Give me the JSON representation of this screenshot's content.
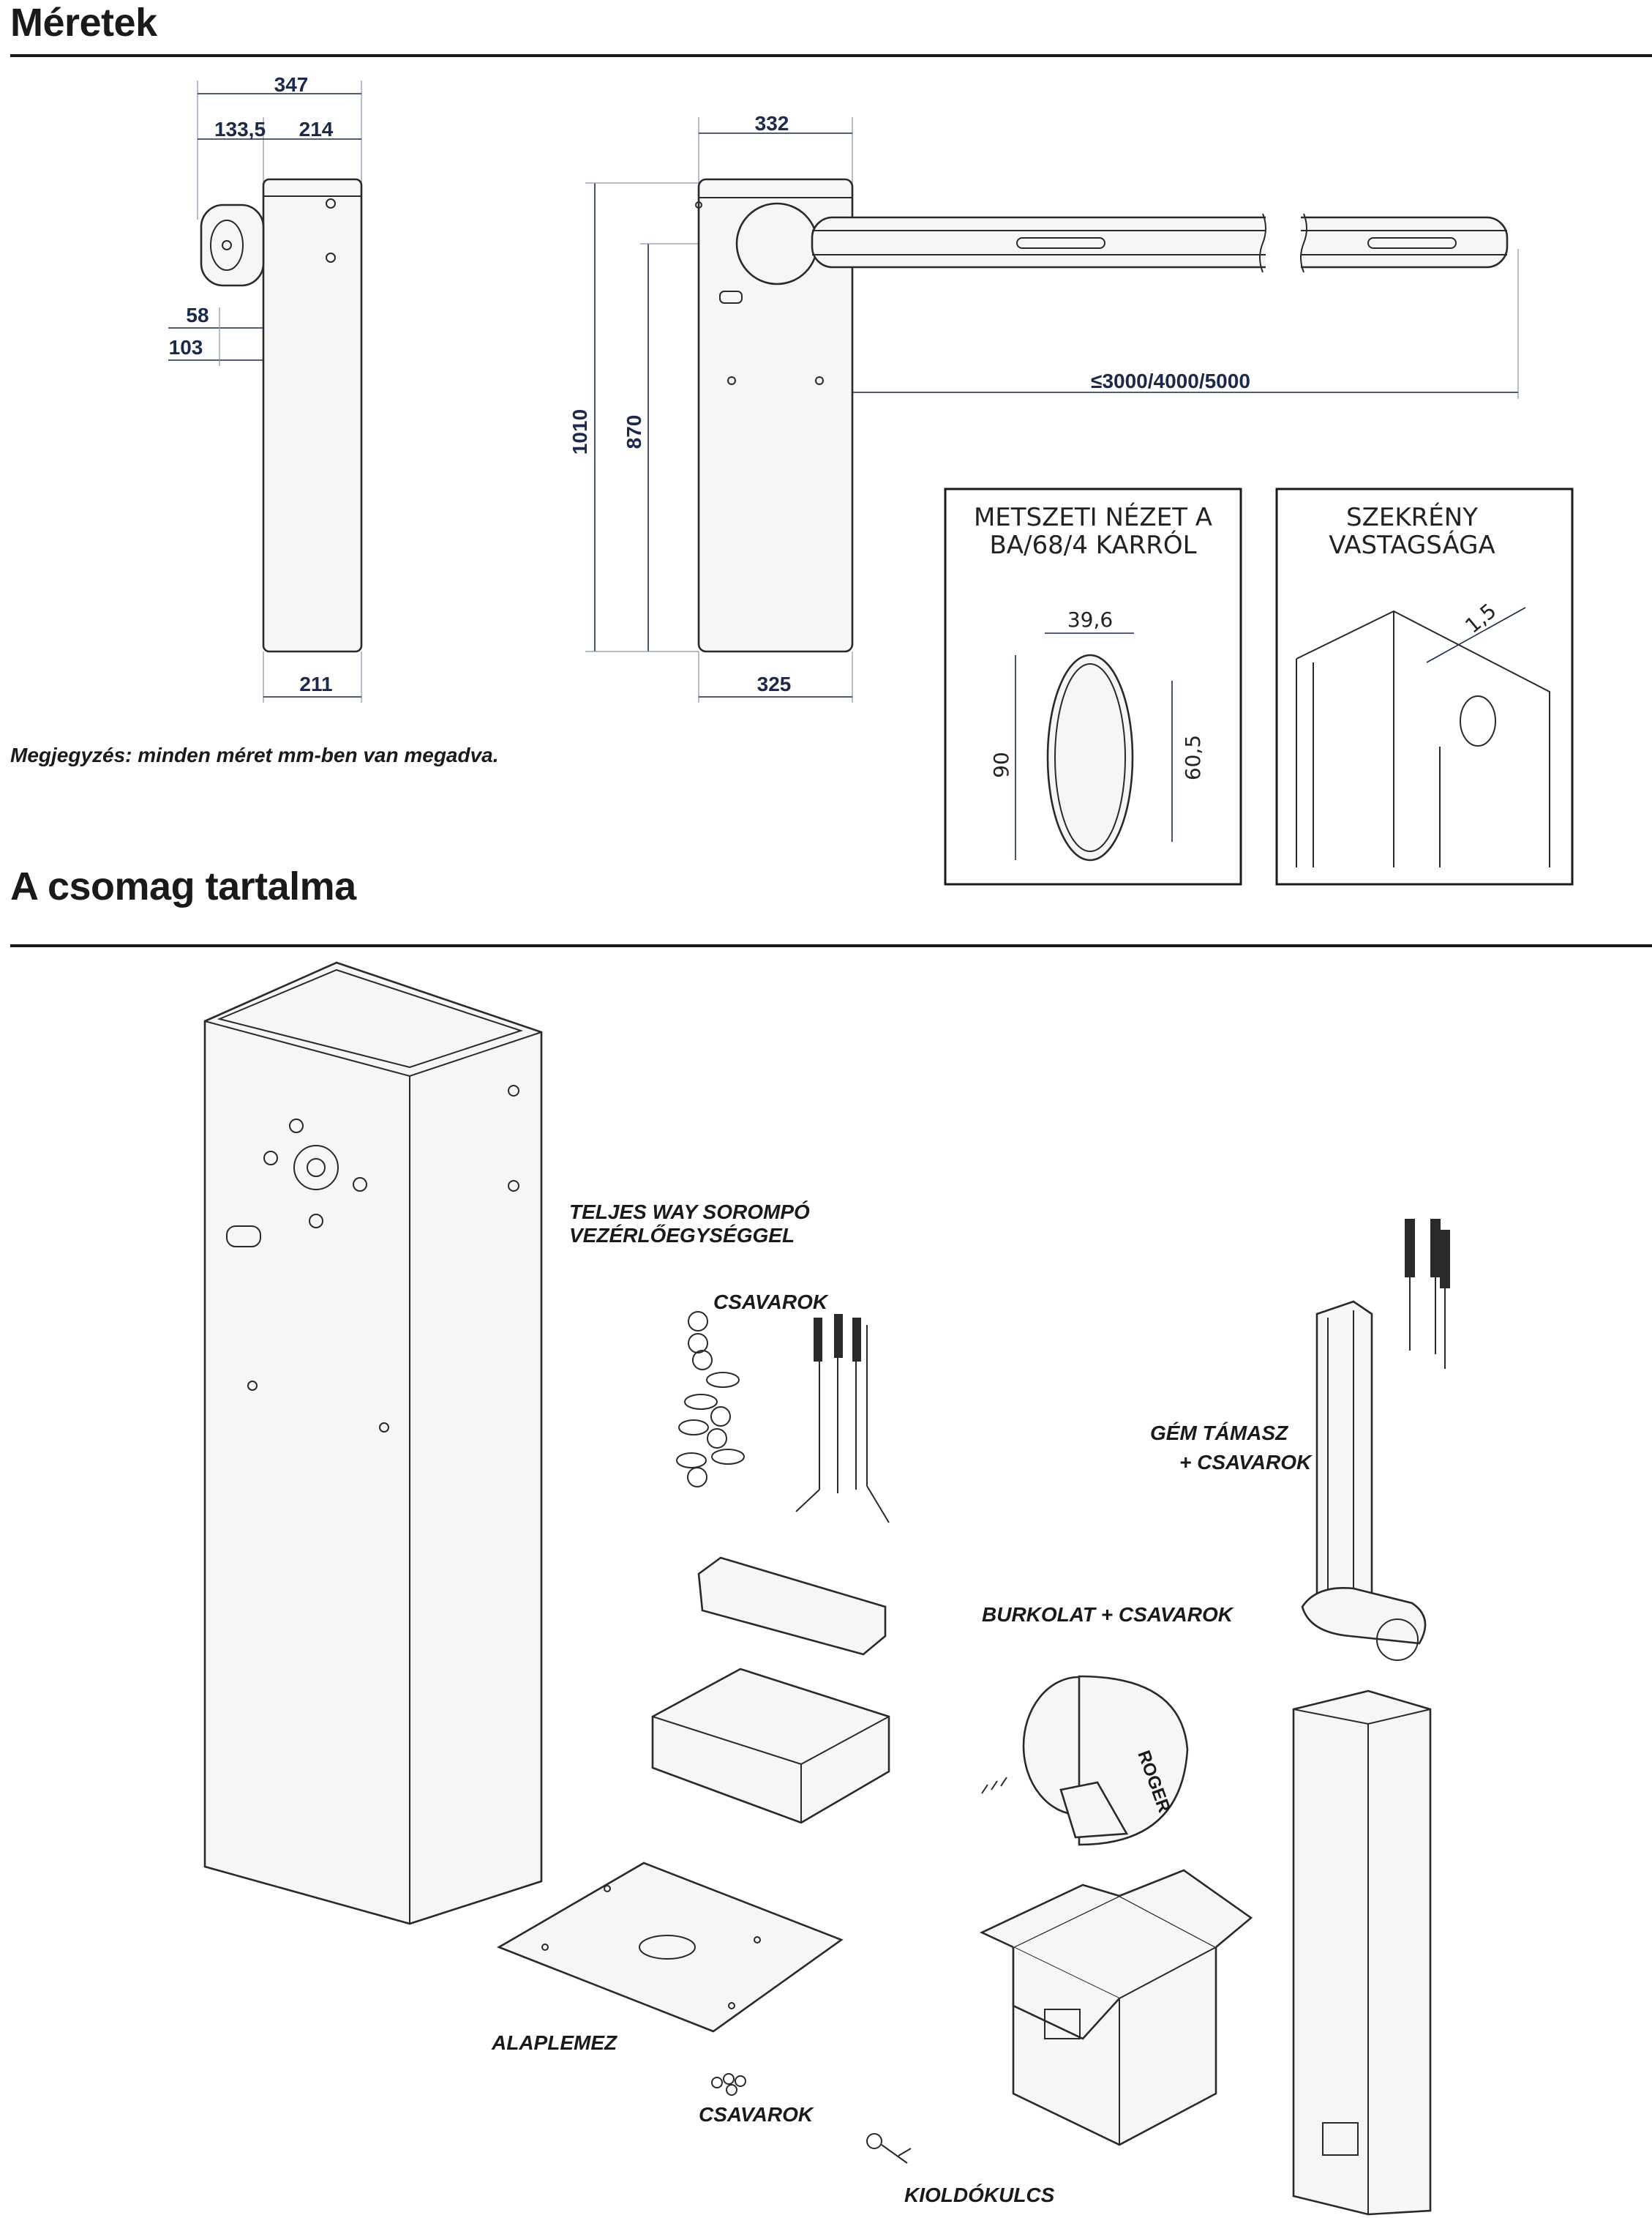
{
  "sections": {
    "dimensions_title": "Méretek",
    "package_title": "A csomag tartalma"
  },
  "note": "Megjegyzés: minden méret mm-ben van megadva.",
  "dimensions": {
    "side_total": "347",
    "side_left": "133,5",
    "side_right": "214",
    "offset_58": "58",
    "offset_103": "103",
    "side_base": "211",
    "front_top": "332",
    "front_base": "325",
    "height_total": "1010",
    "height_axis": "870",
    "boom_length": "≤3000/4000/5000"
  },
  "section_box": {
    "title_line1": "METSZETI NÉZET A",
    "title_line2": "BA/68/4 KARRÓL",
    "width": "39,6",
    "height": "90",
    "inner_height": "60,5"
  },
  "cabinet_box": {
    "title_line1": "SZEKRÉNY",
    "title_line2": "VASTAGSÁGA",
    "thickness": "1,5"
  },
  "package_labels": {
    "barrier": [
      "TELJES WAY SOROMPÓ",
      "VEZÉRLŐEGYSÉGGEL"
    ],
    "screws_top": "CSAVAROK",
    "boom_support": [
      "GÉM TÁMASZ",
      "+ CSAVAROK"
    ],
    "cover": "BURKOLAT + CSAVAROK",
    "base_plate": "ALAPLEMEZ",
    "screws_bottom": "CSAVAROK",
    "release_key": "KIOLDÓKULCS"
  },
  "brand_mark": "ROGER"
}
